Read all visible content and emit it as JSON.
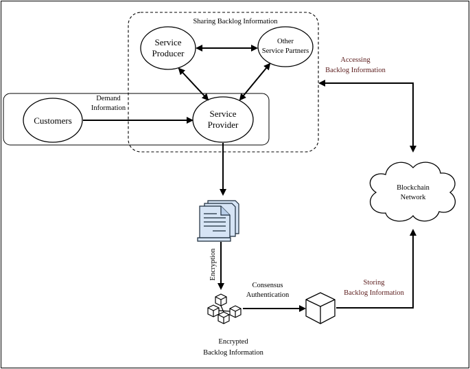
{
  "nodes": {
    "customers": "Customers",
    "service_producer": [
      "Service",
      "Producer"
    ],
    "other_partners": [
      "Other",
      "Service Partners"
    ],
    "service_provider": [
      "Service",
      "Provider"
    ],
    "blockchain": [
      "Blockchain",
      "Network"
    ]
  },
  "labels": {
    "sharing_backlog": "Sharing Backlog Information",
    "demand_information": [
      "Demand",
      "Information"
    ],
    "accessing_backlog": [
      "Accessing",
      "Backlog Information"
    ],
    "encryption": "Encryption",
    "consensus": [
      "Consensus",
      "Authentication"
    ],
    "storing_backlog": [
      "Storing",
      "Backlog Information"
    ],
    "encrypted_backlog": [
      "Encrypted",
      "Backlog Information"
    ]
  },
  "colors": {
    "line": "#000000",
    "document_fill": "#d6e4f5",
    "document_stroke": "#1a2a3a",
    "red_label": "#5a1a1a"
  },
  "icons": {
    "document": "document-stack-icon",
    "cubes": "block-cluster-icon",
    "cube": "single-block-icon",
    "cloud": "cloud-icon"
  }
}
